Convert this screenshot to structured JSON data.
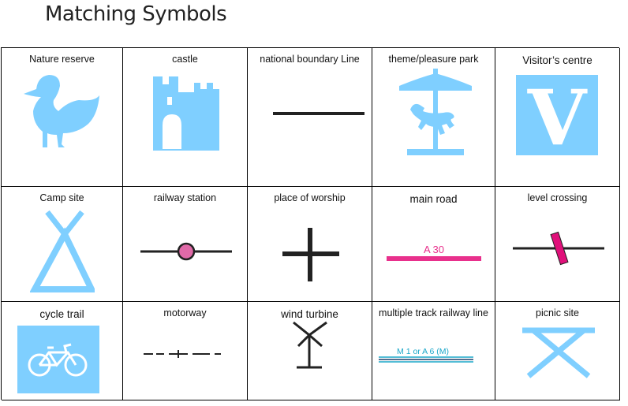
{
  "title": "Matching Symbols",
  "colors": {
    "symbol_blue": "#7fcfff",
    "magenta": "#e8308c",
    "rail_blue": "#1aa7c9",
    "black": "#111111"
  },
  "cells": [
    {
      "label": "Nature reserve",
      "icon": "duck-icon"
    },
    {
      "label": "castle",
      "icon": "castle-icon"
    },
    {
      "label": "national boundary Line",
      "icon": "boundary-line-icon"
    },
    {
      "label": "theme/pleasure park",
      "icon": "carousel-icon"
    },
    {
      "label": "Visitor’s centre",
      "icon": "visitor-v-icon",
      "symbol_text": "V"
    },
    {
      "label": "Camp site",
      "icon": "tent-icon"
    },
    {
      "label": "railway station",
      "icon": "railway-station-icon"
    },
    {
      "label": "place of worship",
      "icon": "cross-icon"
    },
    {
      "label": "main road",
      "icon": "main-road-icon",
      "symbol_text": "A 30"
    },
    {
      "label": "level crossing",
      "icon": "level-crossing-icon"
    },
    {
      "label": "cycle trail",
      "icon": "bicycle-icon"
    },
    {
      "label": "motorway",
      "icon": "motorway-icon"
    },
    {
      "label": "wind turbine",
      "icon": "wind-turbine-icon"
    },
    {
      "label": "multiple track railway line",
      "icon": "multi-track-icon",
      "symbol_text": "M 1 or A 6 (M)"
    },
    {
      "label": "picnic site",
      "icon": "picnic-table-icon"
    }
  ]
}
